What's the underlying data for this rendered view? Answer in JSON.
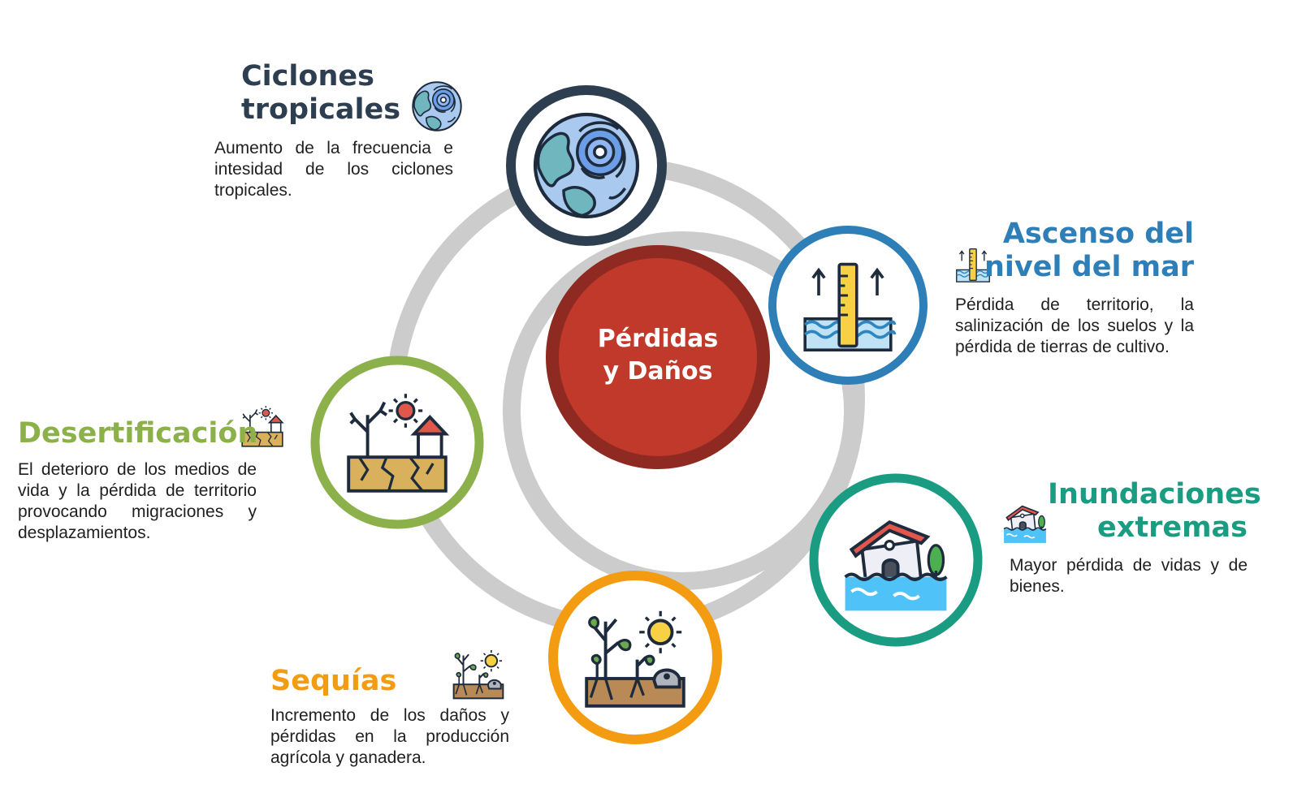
{
  "center": {
    "line1": "Pérdidas",
    "line2": "y Daños",
    "color": "#c0392b",
    "ring_color": "#8e2a22"
  },
  "ring_color": "#cccccc",
  "items": [
    {
      "key": "ciclones",
      "title_line1": "Ciclones",
      "title_line2": "tropicales",
      "description": "Aumento de la frecuencia e intesidad de los ciclones tropicales.",
      "color": "#2c3e50",
      "icon": "cyclone-globe-icon"
    },
    {
      "key": "ascenso",
      "title_line1": "Ascenso del",
      "title_line2": "nivel del mar",
      "description": "Pérdida de territorio, la salinización de los suelos y la pérdida de tierras de cultivo.",
      "color": "#2e7fb8",
      "icon": "sea-level-gauge-icon"
    },
    {
      "key": "desertificacion",
      "title_line1": "Desertificación",
      "title_line2": "",
      "description": "El deterioro de los medios de vida y la pérdida de territorio provocando migraciones y desplazamientos.",
      "color": "#8cb04a",
      "icon": "desert-dry-land-icon"
    },
    {
      "key": "inundaciones",
      "title_line1": "Inundaciones",
      "title_line2": "extremas",
      "description": "Mayor pérdida de vidas y de bienes.",
      "color": "#1a9c82",
      "icon": "flooded-house-icon"
    },
    {
      "key": "sequias",
      "title_line1": "Sequías",
      "title_line2": "",
      "description": "Incremento de los daños y pérdidas en la producción agrícola y ganadera.",
      "color": "#f39c12",
      "icon": "drought-plants-icon"
    }
  ]
}
